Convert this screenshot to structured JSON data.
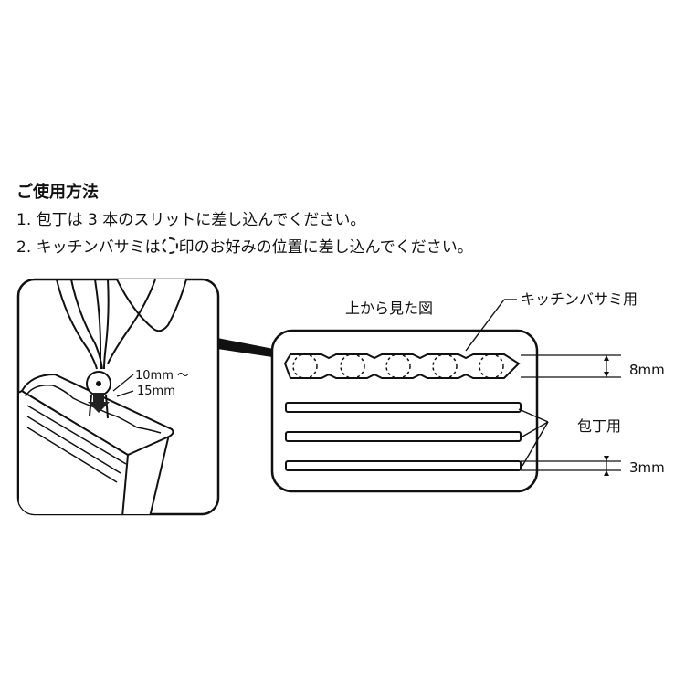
{
  "instructions": {
    "heading": "ご使用方法",
    "step1": "1. 包丁は 3 本のスリットに差し込んでください。",
    "step2_before": "2. キッチンバサミは",
    "step2_after": "印のお好みの位置に差し込んでください。"
  },
  "detail": {
    "dim_line1": "10mm ～",
    "dim_line2": "15mm"
  },
  "topview": {
    "title": "上から見た図",
    "scissors_label": "キッチンバサミ用",
    "knife_label": "包丁用",
    "dim_8mm": "8mm",
    "dim_3mm": "3mm"
  }
}
